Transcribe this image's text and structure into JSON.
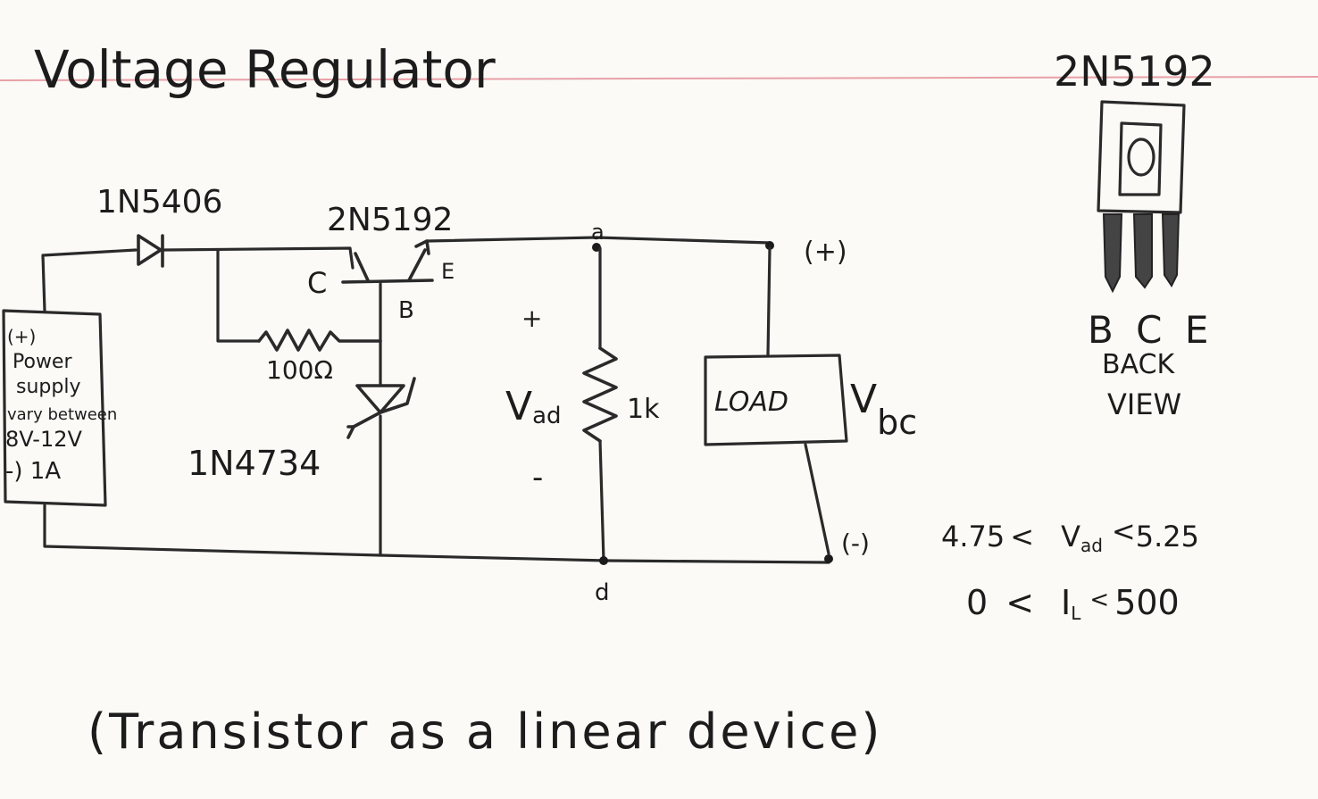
{
  "title": "Voltage Regulator",
  "transistor_part": "2N5192",
  "diode_part": "1N5406",
  "zener_part": "1N4734",
  "resistor_value": "100Ω",
  "divider_resistor": "1k",
  "load_label": "LOAD",
  "node_a": "a",
  "node_d": "d",
  "pin_c": "C",
  "pin_b": "B",
  "pin_e": "E",
  "plus_terminal": "(+)",
  "minus_terminal": "(-)",
  "plus_sign": "+",
  "minus_sign": "-",
  "vad_main": "V",
  "vad_sub": "ad",
  "vbc_main": "V",
  "vbc_sub": "bc",
  "supply": {
    "line1": "(+)",
    "line2": "Power",
    "line3": "supply",
    "line4": "vary between",
    "line5": "8V-12V",
    "line6": "-) 1A"
  },
  "pinout": {
    "part": "2N5192",
    "pins": "B C E",
    "view_line1": "BACK",
    "view_line2": "VIEW"
  },
  "spec1": {
    "low": "4.75",
    "lt1": "<",
    "var": "V",
    "var_sub": "ad",
    "lt2": "<",
    "high": "5.25"
  },
  "spec2": {
    "low": "0",
    "lt1": "<",
    "var": "I",
    "var_sub": "L",
    "lt2": "<",
    "high": "500"
  },
  "caption": "(Transistor as a linear device)",
  "colors": {
    "paper": "#fbfaf6",
    "ink": "#1c1c1c",
    "red_rule": "#e8a0a8"
  }
}
